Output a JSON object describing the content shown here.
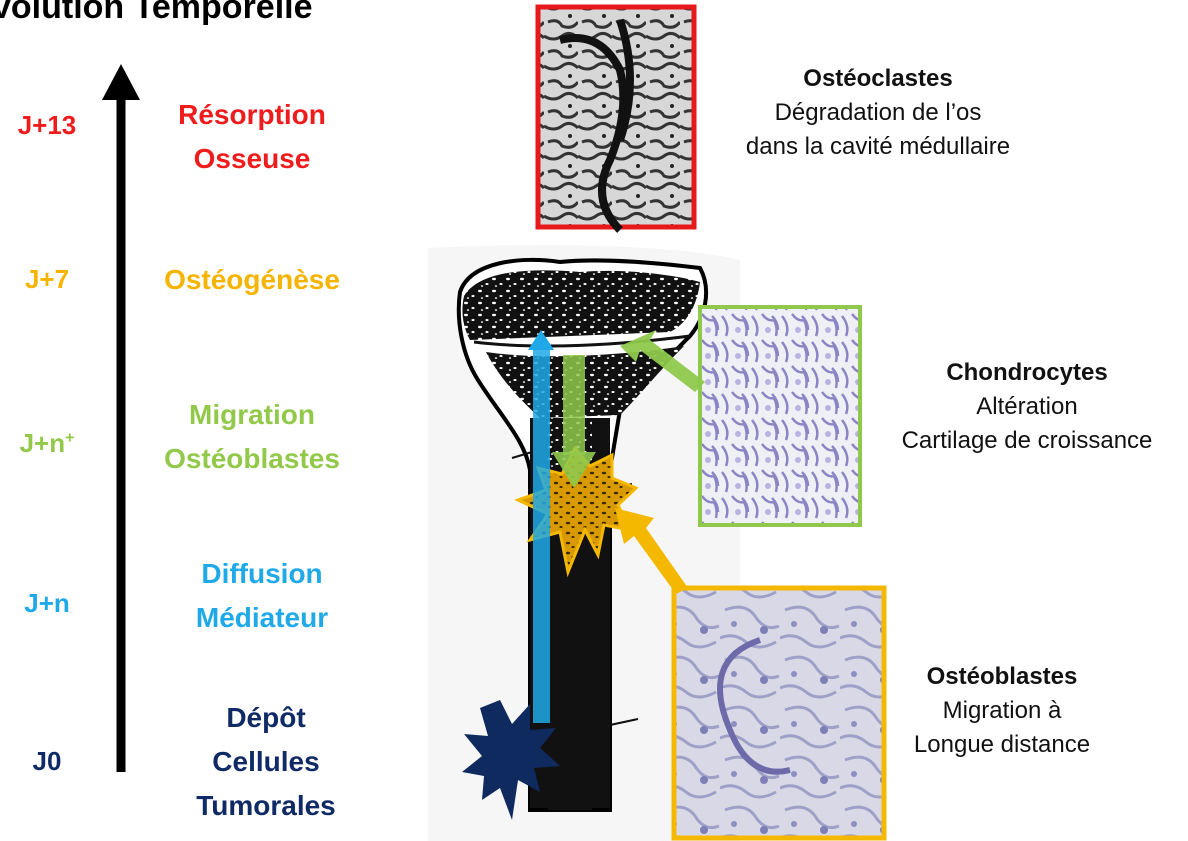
{
  "title": "volution Temporelle",
  "timeline": [
    {
      "day": "J+13",
      "stage_line1": "Résorption",
      "stage_line2": "Osseuse",
      "color": "#ee1c1c"
    },
    {
      "day": "J+7",
      "stage_line1": "Ostéogénèse",
      "stage_line2": "",
      "color": "#f4b400"
    },
    {
      "day": "J+n",
      "day_sup": "+",
      "stage_line1": "Migration",
      "stage_line2": "Ostéoblastes",
      "color": "#92c94a"
    },
    {
      "day": "J+n",
      "stage_line1": "Diffusion",
      "stage_line2": "Médiateur",
      "color": "#1fa9e8"
    },
    {
      "day": "J0",
      "stage_line1": "Dépôt",
      "stage_line2": "Cellules",
      "stage_line3": "Tumorales",
      "color": "#102a66"
    }
  ],
  "cells": {
    "osteoclastes": {
      "name": "Ostéoclastes",
      "line1": "Dégradation de l’os",
      "line2": "dans la cavité médullaire",
      "frame_color": "#e8191c"
    },
    "chondrocytes": {
      "name": "Chondrocytes",
      "line1": "Altération",
      "line2": "Cartilage de croissance",
      "frame_color": "#8fc94c"
    },
    "osteoblastes": {
      "name": "Ostéoblastes",
      "line1": "Migration à",
      "line2": "Longue distance",
      "frame_color": "#f5b800"
    }
  }
}
